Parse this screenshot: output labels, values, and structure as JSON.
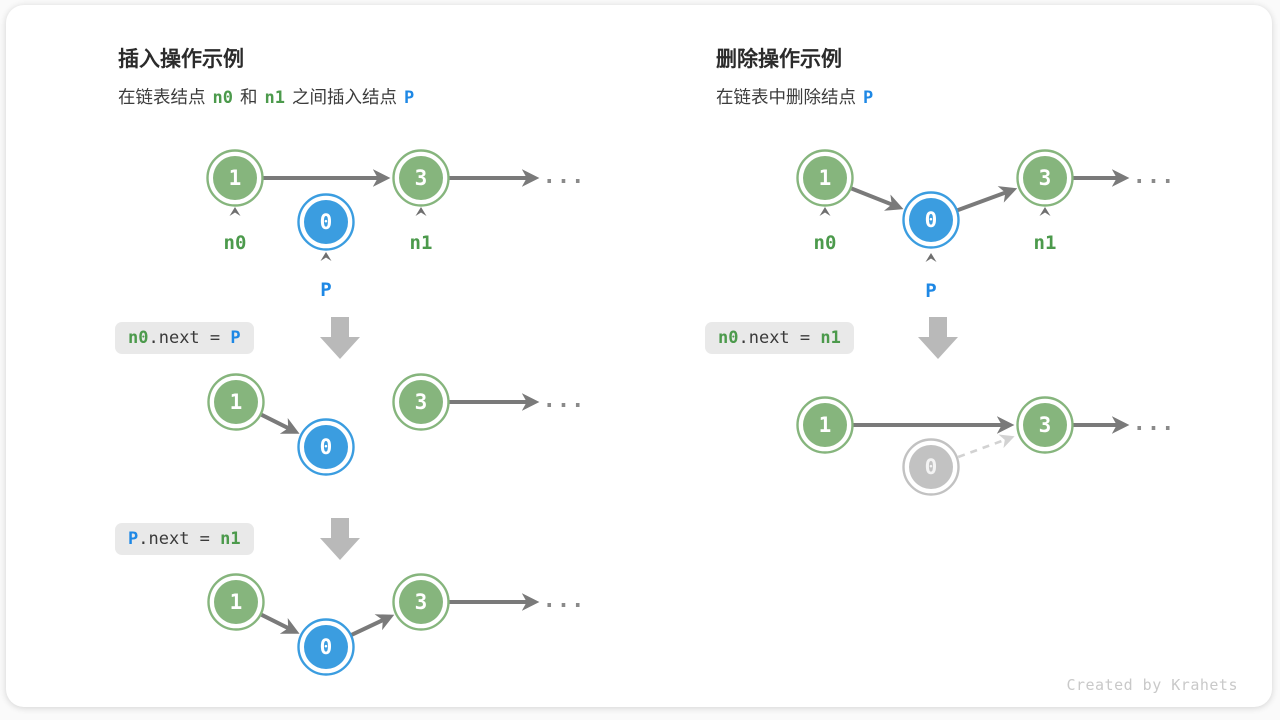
{
  "colors": {
    "node_green": "#86B57D",
    "node_blue": "#3B9DE0",
    "node_gray": "#C2C2C2",
    "label_green": "#4C9A4C",
    "label_blue": "#1E88E5",
    "arrow_gray": "#7a7a7a",
    "codebox_bg": "#e9e9e9"
  },
  "left_panel": {
    "title": "插入操作示例",
    "subtitle": {
      "part1": "在链表结点",
      "token1": "n0",
      "part2": "和",
      "token2": "n1",
      "part3": "之间插入结点",
      "token3": "P"
    },
    "diagram1": {
      "node1": "1",
      "node3": "3",
      "node0": "0",
      "label_n0": "n0",
      "label_n1": "n1",
      "label_p": "P",
      "ellipsis": "..."
    },
    "code1": {
      "token_a": "n0",
      "mid": ".next = ",
      "token_b": "P"
    },
    "diagram2": {
      "node1": "1",
      "node0": "0",
      "node3": "3",
      "ellipsis": "..."
    },
    "code2": {
      "token_a": "P",
      "mid": ".next = ",
      "token_b": "n1"
    },
    "diagram3": {
      "node1": "1",
      "node0": "0",
      "node3": "3",
      "ellipsis": "..."
    }
  },
  "right_panel": {
    "title": "删除操作示例",
    "subtitle": {
      "part1": "在链表中删除结点",
      "token1": "P"
    },
    "diagram1": {
      "node1": "1",
      "node0": "0",
      "node3": "3",
      "label_n0": "n0",
      "label_n1": "n1",
      "label_p": "P",
      "ellipsis": "..."
    },
    "code1": {
      "token_a": "n0",
      "mid": ".next = ",
      "token_b": "n1"
    },
    "diagram2": {
      "node1": "1",
      "node3": "3",
      "node0": "0",
      "ellipsis": "..."
    }
  },
  "footer": {
    "credit": "Created by Krahets"
  }
}
